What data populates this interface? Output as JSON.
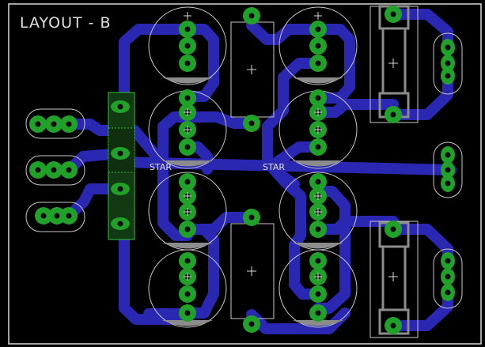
{
  "board": {
    "title": "LAYOUT  -  B",
    "star_labels": [
      "STAR",
      "STAR"
    ]
  },
  "colors": {
    "background": "#000000",
    "trace": "#2a27b3",
    "pad": "#21a02a",
    "silkscreen": "#d8d8d8",
    "outline": "#c8c8c8"
  }
}
